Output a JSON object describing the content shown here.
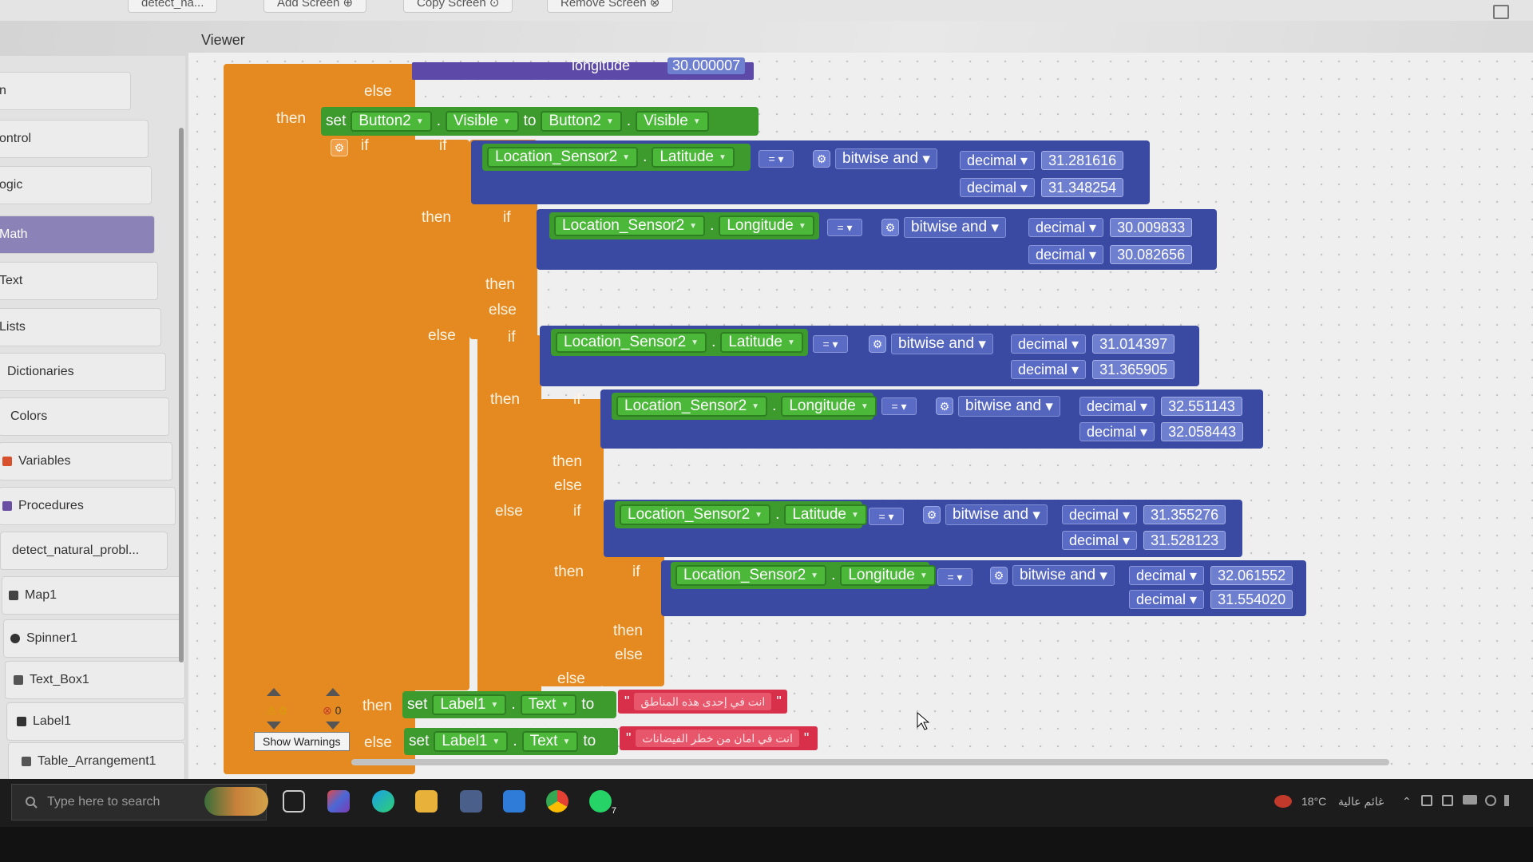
{
  "toolbar": {
    "items": [
      "detect_na...",
      "Add Screen",
      "Copy Screen",
      "Remove Screen"
    ]
  },
  "viewer": {
    "title": "Viewer"
  },
  "sidebar": {
    "items": [
      {
        "label": "n"
      },
      {
        "label": "ontrol"
      },
      {
        "label": "ogic"
      },
      {
        "label": "Math"
      },
      {
        "label": "Text"
      },
      {
        "label": "Lists"
      },
      {
        "label": "Dictionaries"
      },
      {
        "label": "Colors"
      },
      {
        "label": "Variables"
      },
      {
        "label": "Procedures"
      },
      {
        "label": "detect_natural_probl..."
      },
      {
        "label": "Map1"
      },
      {
        "label": "Spinner1"
      },
      {
        "label": "Text_Box1"
      },
      {
        "label": "Label1"
      },
      {
        "label": "Table_Arrangement1"
      }
    ]
  },
  "blocks": {
    "top_partial": {
      "label": "longitude",
      "value": "30.000007"
    },
    "kw": {
      "else": "else",
      "then": "then",
      "if": "if",
      "set": "set",
      "to": "to"
    },
    "set_button": {
      "component": "Button2",
      "property": "Visible",
      "value_component": "Button2",
      "value_property": "Visible"
    },
    "sensor": "Location_Sensor2",
    "prop_lat": "Latitude",
    "prop_lon": "Longitude",
    "cmp": "=",
    "bitwise": "bitwise and",
    "decimal": "decimal",
    "conditions": [
      {
        "prop": "Latitude",
        "a": "31.281616",
        "b": "31.348254"
      },
      {
        "prop": "Longitude",
        "a": "30.009833",
        "b": "30.082656"
      },
      {
        "prop": "Latitude",
        "a": "31.014397",
        "b": "31.365905"
      },
      {
        "prop": "Longitude",
        "a": "32.551143",
        "b": "32.058443"
      },
      {
        "prop": "Latitude",
        "a": "31.355276",
        "b": "31.528123"
      },
      {
        "prop": "Longitude",
        "a": "32.061552",
        "b": "31.554020"
      }
    ],
    "set_label": {
      "component": "Label1",
      "property": "Text"
    },
    "text_then": "انت في إحدى هذه المناطق",
    "text_else": "انت في امان من خطر الفيضانات"
  },
  "warnings": {
    "warn_count": "0",
    "error_count": "0",
    "show_label": "Show Warnings"
  },
  "taskbar": {
    "search_placeholder": "Type here to search",
    "weather": "18°C",
    "weather_desc": "غائم عالية",
    "whatsapp_badge": "7"
  },
  "colors": {
    "control_orange": "#e58a20",
    "logic_navy": "#3a4aa3",
    "component_green": "#3d9b2e",
    "text_red": "#d8304a",
    "math_active": "#8b82b8"
  }
}
